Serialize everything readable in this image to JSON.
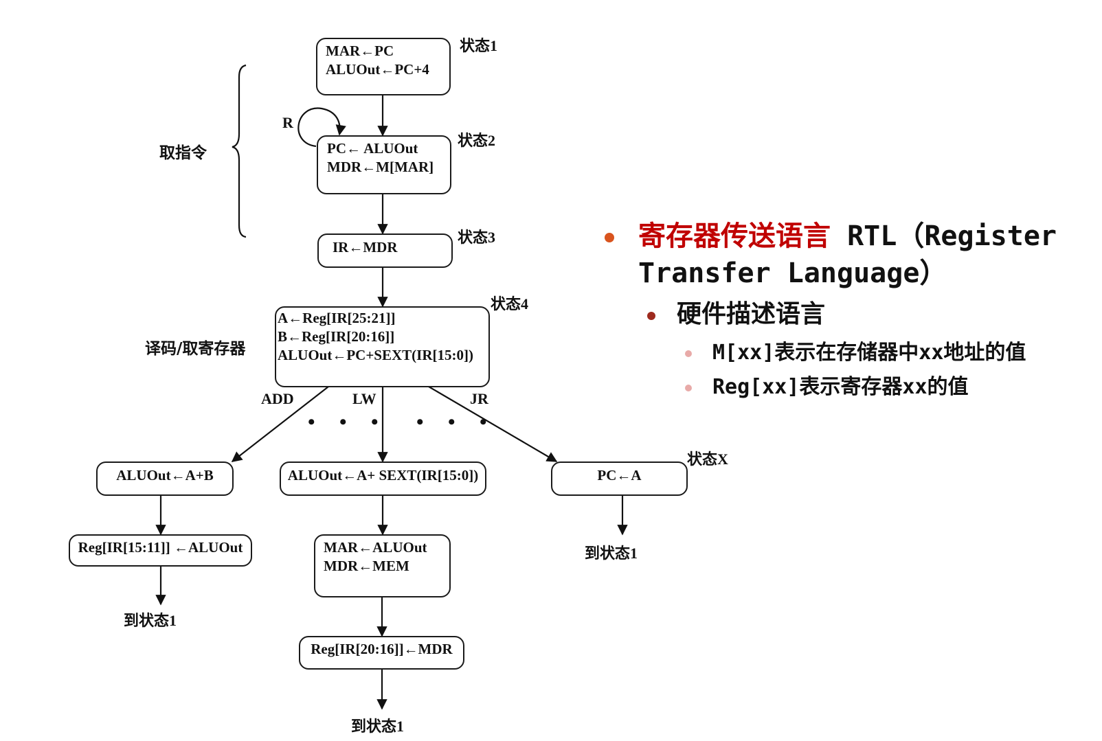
{
  "diagram": {
    "group_labels": {
      "fetch": "取指令",
      "decode": "译码/取寄存器"
    },
    "states": [
      {
        "id": "s1",
        "name": "状态1",
        "lines": [
          "MAR←PC",
          "ALUOut←PC+4"
        ]
      },
      {
        "id": "s2",
        "name": "状态2",
        "lines": [
          "PC← ALUOut",
          "MDR←M[MAR]"
        ]
      },
      {
        "id": "s3",
        "name": "状态3",
        "lines": [
          "IR←MDR"
        ]
      },
      {
        "id": "s4",
        "name": "状态4",
        "lines": [
          "A←Reg[IR[25:21]]",
          "B←Reg[IR[20:16]]",
          "ALUOut←PC+SEXT(IR[15:0])"
        ]
      },
      {
        "id": "add1",
        "lines": [
          "ALUOut←A+B"
        ]
      },
      {
        "id": "add2",
        "lines": [
          "Reg[IR[15:11]] ←ALUOut"
        ]
      },
      {
        "id": "lw1",
        "lines": [
          "ALUOut←A+ SEXT(IR[15:0])"
        ]
      },
      {
        "id": "lw2",
        "lines": [
          "MAR←ALUOut",
          "MDR←MEM"
        ]
      },
      {
        "id": "lw3",
        "lines": [
          "Reg[IR[20:16]]←MDR"
        ]
      },
      {
        "id": "jr1",
        "name": "状态X",
        "lines": [
          "PC←A"
        ]
      }
    ],
    "self_loop_label": "R",
    "branch_labels": [
      "ADD",
      "LW",
      "JR"
    ],
    "ellipsis": "• • •",
    "exit_label": "到状态1"
  },
  "panel": {
    "title_cn": "寄存器传送语言",
    "title_en_1": " RTL（Register",
    "title_en_2": "Transfer Language）",
    "sub": "硬件描述语言",
    "items": [
      "M[xx]表示在存储器中xx地址的值",
      "Reg[xx]表示寄存器xx的值"
    ],
    "colors": {
      "title_cn": "#c00000",
      "bullet_l1": "#d9541e",
      "bullet_l2": "#9e2a1e",
      "bullet_l3": "#e8aaa8",
      "text": "#111111"
    }
  }
}
